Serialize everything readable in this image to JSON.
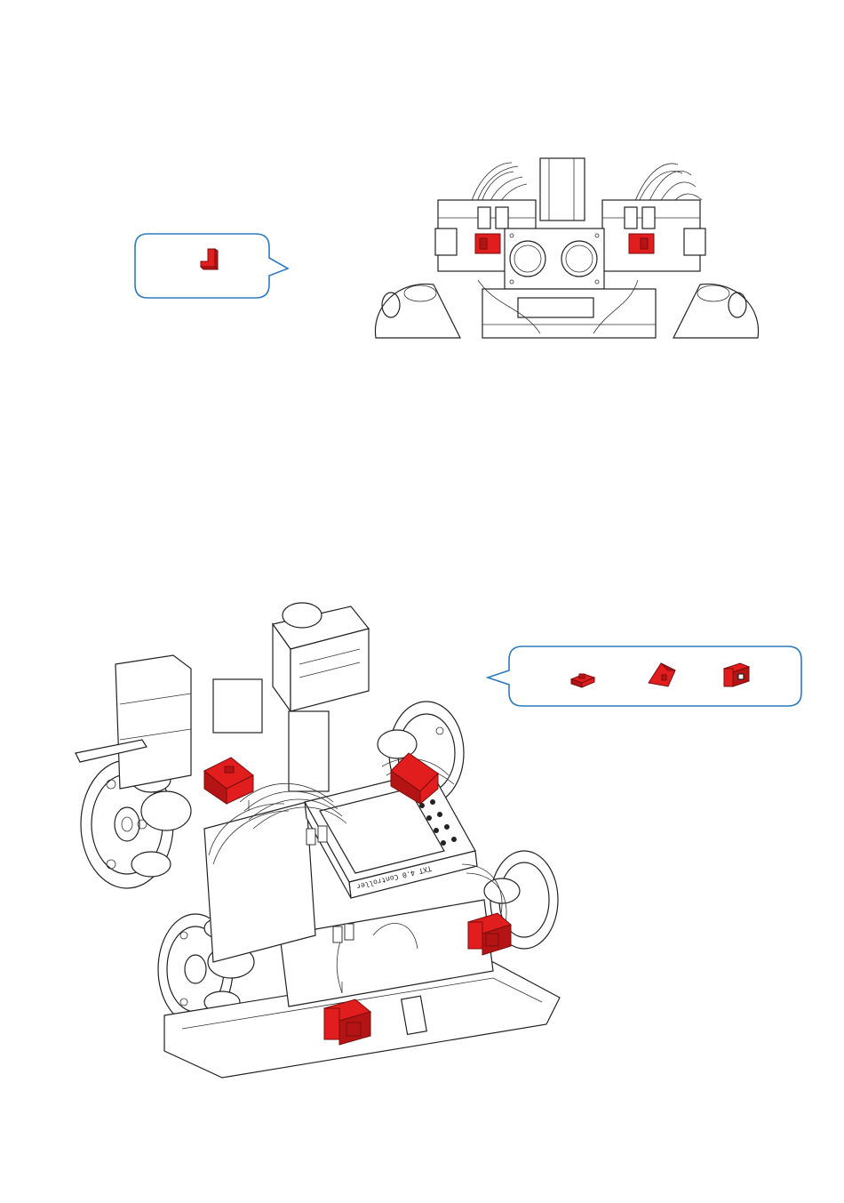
{
  "page": {
    "background": "#ffffff"
  },
  "colors": {
    "highlight": "#e21d1d",
    "callout_border": "#2d7bbf",
    "line_art": "#222222"
  },
  "step_top": {
    "callout_parts": [
      "red-l-bracket-icon"
    ],
    "highlight_count": 2
  },
  "step_bottom": {
    "callout_parts": [
      "red-flat-connector-icon",
      "red-triangle-block-icon",
      "red-cube-block-icon"
    ],
    "highlight_count": 4,
    "board_label": "TXT 4.0 Controller"
  }
}
